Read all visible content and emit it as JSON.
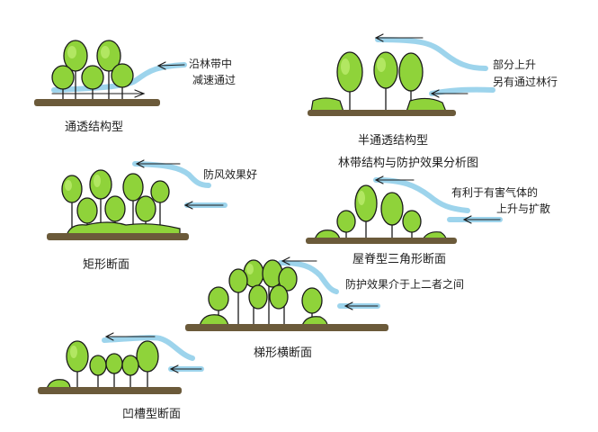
{
  "labels": {
    "s1_title": "通透结构型",
    "s1_note_1": "沿林带中",
    "s1_note_2": "减速通过",
    "s2_title": "半通透结构型",
    "s2_note_1": "部分上升",
    "s2_note_2": "另有通过林行",
    "s2_subtitle": "林带结构与防护效果分析图",
    "s3_title": "矩形断面",
    "s3_note": "防风效果好",
    "s4_title": "屋脊型三角形断面",
    "s4_note_1": "有利于有害气体的",
    "s4_note_2": "上升与扩散",
    "s5_title": "梯形横断面",
    "s5_note": "防护效果介于上二者之间",
    "s6_title": "凹槽型断面"
  },
  "colors": {
    "foliage": "#8fd33a",
    "foliage_highlight": "#b9ea6a",
    "ground": "#6b5a3a",
    "wind": "#7cc6e6",
    "ink": "#1a1a1a"
  }
}
